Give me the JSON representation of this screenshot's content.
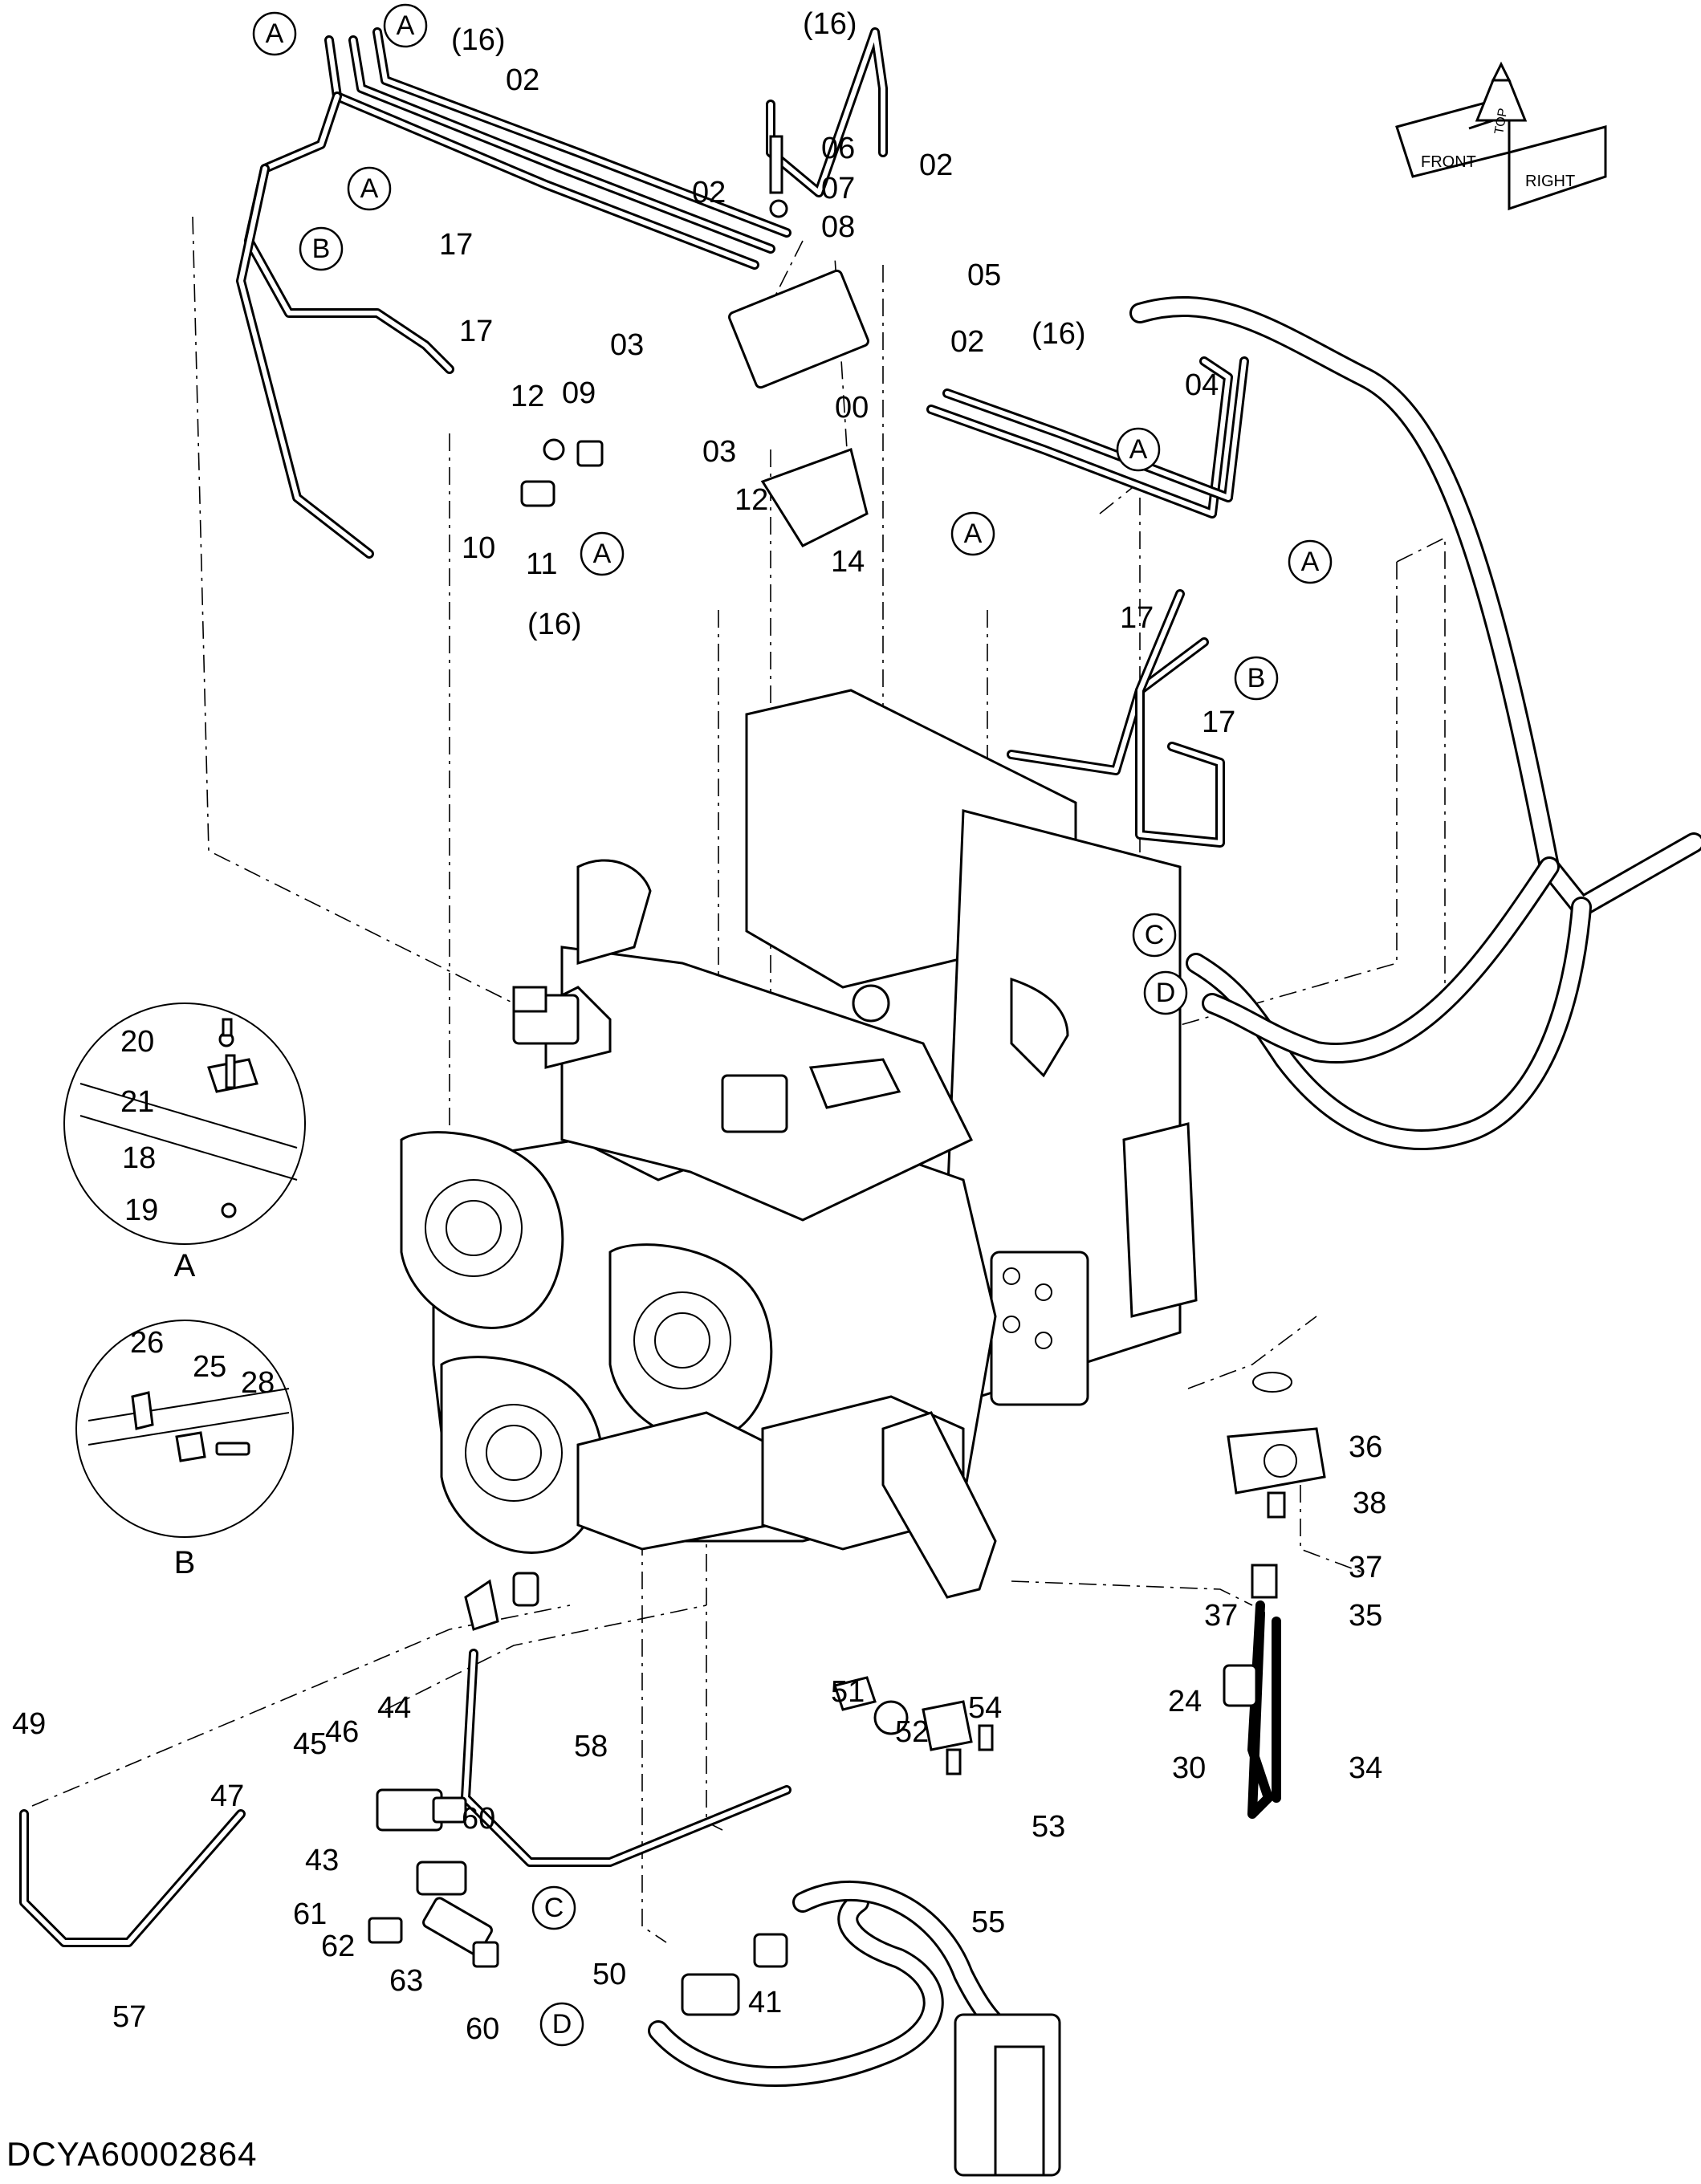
{
  "drawing_code": "DCYA60002864",
  "orientation_cube": {
    "top": "TOP",
    "front": "FRONT",
    "right": "RIGHT"
  },
  "part_labels": [
    {
      "id": "l00",
      "text": "00"
    },
    {
      "id": "l02a",
      "text": "02"
    },
    {
      "id": "l02b",
      "text": "02"
    },
    {
      "id": "l02c",
      "text": "02"
    },
    {
      "id": "l02d",
      "text": "02"
    },
    {
      "id": "l03a",
      "text": "03"
    },
    {
      "id": "l03b",
      "text": "03"
    },
    {
      "id": "l04",
      "text": "04"
    },
    {
      "id": "l05",
      "text": "05"
    },
    {
      "id": "l06",
      "text": "06"
    },
    {
      "id": "l07",
      "text": "07"
    },
    {
      "id": "l08",
      "text": "08"
    },
    {
      "id": "l09",
      "text": "09"
    },
    {
      "id": "l10",
      "text": "10"
    },
    {
      "id": "l11",
      "text": "11"
    },
    {
      "id": "l12a",
      "text": "12"
    },
    {
      "id": "l12b",
      "text": "12"
    },
    {
      "id": "l14",
      "text": "14"
    },
    {
      "id": "l16a",
      "text": "(16)"
    },
    {
      "id": "l16b",
      "text": "(16)"
    },
    {
      "id": "l16c",
      "text": "(16)"
    },
    {
      "id": "l16d",
      "text": "(16)"
    },
    {
      "id": "l17a",
      "text": "17"
    },
    {
      "id": "l17b",
      "text": "17"
    },
    {
      "id": "l17c",
      "text": "17"
    },
    {
      "id": "l17d",
      "text": "17"
    },
    {
      "id": "l18",
      "text": "18"
    },
    {
      "id": "l19",
      "text": "19"
    },
    {
      "id": "l20",
      "text": "20"
    },
    {
      "id": "l21",
      "text": "21"
    },
    {
      "id": "l24",
      "text": "24"
    },
    {
      "id": "l25",
      "text": "25"
    },
    {
      "id": "l26",
      "text": "26"
    },
    {
      "id": "l28",
      "text": "28"
    },
    {
      "id": "l30",
      "text": "30"
    },
    {
      "id": "l34",
      "text": "34"
    },
    {
      "id": "l35",
      "text": "35"
    },
    {
      "id": "l36",
      "text": "36"
    },
    {
      "id": "l37a",
      "text": "37"
    },
    {
      "id": "l37b",
      "text": "37"
    },
    {
      "id": "l38",
      "text": "38"
    },
    {
      "id": "l41",
      "text": "41"
    },
    {
      "id": "l43",
      "text": "43"
    },
    {
      "id": "l44",
      "text": "44"
    },
    {
      "id": "l45",
      "text": "45"
    },
    {
      "id": "l46",
      "text": "46"
    },
    {
      "id": "l47",
      "text": "47"
    },
    {
      "id": "l49",
      "text": "49"
    },
    {
      "id": "l50",
      "text": "50"
    },
    {
      "id": "l51",
      "text": "51"
    },
    {
      "id": "l52",
      "text": "52"
    },
    {
      "id": "l53",
      "text": "53"
    },
    {
      "id": "l54",
      "text": "54"
    },
    {
      "id": "l55",
      "text": "55"
    },
    {
      "id": "l57",
      "text": "57"
    },
    {
      "id": "l58",
      "text": "58"
    },
    {
      "id": "l60a",
      "text": "60"
    },
    {
      "id": "l60b",
      "text": "60"
    },
    {
      "id": "l61",
      "text": "61"
    },
    {
      "id": "l62",
      "text": "62"
    },
    {
      "id": "l63",
      "text": "63"
    }
  ],
  "callouts": [
    {
      "id": "cA1",
      "text": "A"
    },
    {
      "id": "cA2",
      "text": "A"
    },
    {
      "id": "cA3",
      "text": "A"
    },
    {
      "id": "cA4",
      "text": "A"
    },
    {
      "id": "cA5",
      "text": "A"
    },
    {
      "id": "cA6",
      "text": "A"
    },
    {
      "id": "cA7",
      "text": "A"
    },
    {
      "id": "cB1",
      "text": "B"
    },
    {
      "id": "cB2",
      "text": "B"
    },
    {
      "id": "cC1",
      "text": "C"
    },
    {
      "id": "cC2",
      "text": "C"
    },
    {
      "id": "cD1",
      "text": "D"
    },
    {
      "id": "cD2",
      "text": "D"
    }
  ],
  "detail_views": [
    {
      "id": "A",
      "title": "A",
      "labels": [
        "20",
        "21",
        "18",
        "19"
      ]
    },
    {
      "id": "B",
      "title": "B",
      "labels": [
        "26",
        "25",
        "28"
      ]
    }
  ]
}
